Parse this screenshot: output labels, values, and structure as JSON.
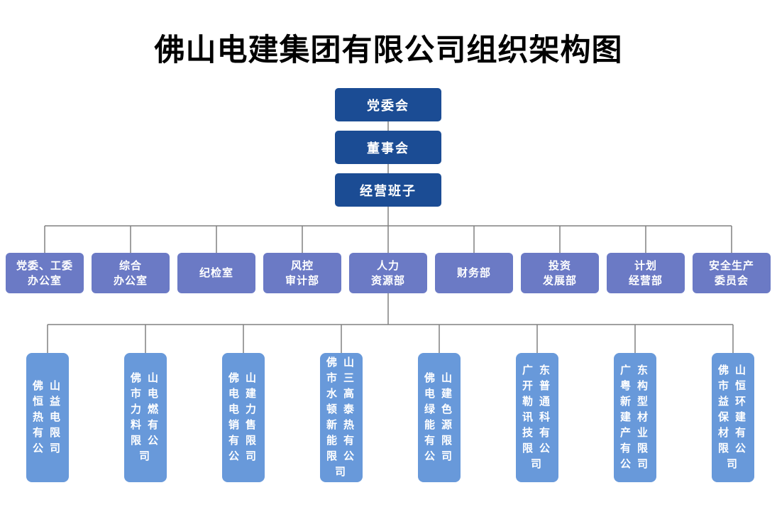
{
  "title": "佛山电建集团有限公司组织架构图",
  "colors": {
    "governance_box": "#1B4C94",
    "department_box": "#6B7AC5",
    "subsidiary_box": "#6899DA",
    "connector_line": "#808080",
    "box_text": "#FFFFFF",
    "title_text": "#000000"
  },
  "governance": {
    "items": [
      {
        "label": "党委会"
      },
      {
        "label": "董事会"
      },
      {
        "label": "经营班子"
      }
    ]
  },
  "departments": {
    "connects_from": "经营班子",
    "items": [
      {
        "label": "党委、工委\n办公室"
      },
      {
        "label": "综合\n办公室"
      },
      {
        "label": "纪检室"
      },
      {
        "label": "风控\n审计部"
      },
      {
        "label": "人力\n资源部"
      },
      {
        "label": "财务部"
      },
      {
        "label": "投资\n发展部"
      },
      {
        "label": "计划\n经营部"
      },
      {
        "label": "安全生产\n委员会"
      }
    ]
  },
  "subsidiaries": {
    "connects_from": "人力资源部",
    "items": [
      {
        "label": "佛山恒益热电有限公司"
      },
      {
        "label": "佛山市电力燃料有限公司"
      },
      {
        "label": "佛山电建电力销售有限公司"
      },
      {
        "label": "佛山市三水高顿泰新热能有限公司"
      },
      {
        "label": "佛山电建绿色能源有限公司"
      },
      {
        "label": "广东开普勒通讯科技有限公司"
      },
      {
        "label": "广东粤构新型建材产业有限公司"
      },
      {
        "label": "佛山市恒益环保建材有限公司"
      }
    ]
  }
}
